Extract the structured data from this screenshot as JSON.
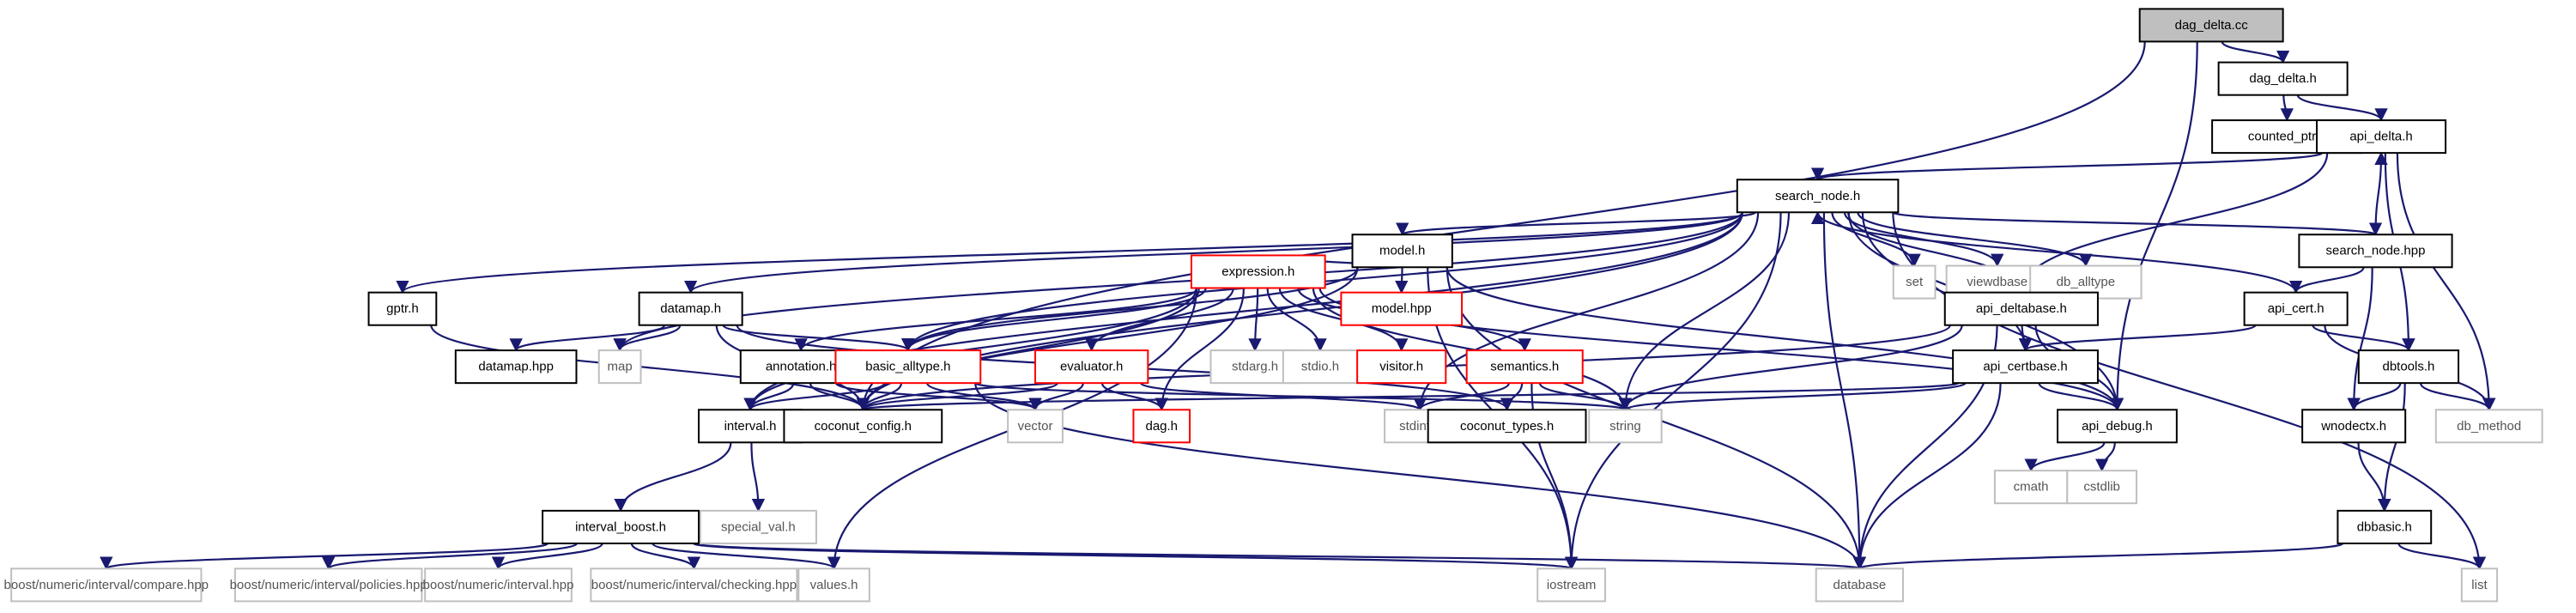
{
  "title": "dag_delta.cc",
  "legend_colors": {
    "edge": "#191970",
    "node_border": "#000000",
    "current_fill": "#bfbfbf",
    "system_border": "#bfbfbf",
    "system_text": "#555555",
    "truncated_border": "#ff0000"
  },
  "nodes": [
    {
      "id": "dag_delta_cc",
      "label": "dag_delta.cc",
      "style": "current"
    },
    {
      "id": "dag_delta_h",
      "label": "dag_delta.h",
      "style": "normal"
    },
    {
      "id": "counted_ptr_h",
      "label": "counted_ptr.h",
      "style": "normal"
    },
    {
      "id": "api_delta_h",
      "label": "api_delta.h",
      "style": "normal"
    },
    {
      "id": "search_node_h",
      "label": "search_node.h",
      "style": "normal"
    },
    {
      "id": "set",
      "label": "set",
      "style": "system"
    },
    {
      "id": "viewdbase",
      "label": "viewdbase",
      "style": "system"
    },
    {
      "id": "db_alltype",
      "label": "db_alltype",
      "style": "system"
    },
    {
      "id": "search_node_hpp",
      "label": "search_node.hpp",
      "style": "normal"
    },
    {
      "id": "model_h",
      "label": "model.h",
      "style": "normal"
    },
    {
      "id": "model_hpp",
      "label": "model.hpp",
      "style": "truncated"
    },
    {
      "id": "gptr_h",
      "label": "gptr.h",
      "style": "normal"
    },
    {
      "id": "datamap_h",
      "label": "datamap.h",
      "style": "normal"
    },
    {
      "id": "expression_h",
      "label": "expression.h",
      "style": "truncated"
    },
    {
      "id": "api_deltabase_h",
      "label": "api_deltabase.h",
      "style": "normal"
    },
    {
      "id": "api_cert_h",
      "label": "api_cert.h",
      "style": "normal"
    },
    {
      "id": "datamap_hpp",
      "label": "datamap.hpp",
      "style": "normal"
    },
    {
      "id": "map",
      "label": "map",
      "style": "system"
    },
    {
      "id": "annotation_h",
      "label": "annotation.h",
      "style": "normal"
    },
    {
      "id": "basic_alltype_h",
      "label": "basic_alltype.h",
      "style": "truncated"
    },
    {
      "id": "evaluator_h",
      "label": "evaluator.h",
      "style": "truncated"
    },
    {
      "id": "stdarg_h",
      "label": "stdarg.h",
      "style": "system"
    },
    {
      "id": "stdio_h",
      "label": "stdio.h",
      "style": "system"
    },
    {
      "id": "visitor_h",
      "label": "visitor.h",
      "style": "truncated"
    },
    {
      "id": "semantics_h",
      "label": "semantics.h",
      "style": "truncated"
    },
    {
      "id": "api_certbase_h",
      "label": "api_certbase.h",
      "style": "normal"
    },
    {
      "id": "dbtools_h",
      "label": "dbtools.h",
      "style": "normal"
    },
    {
      "id": "interval_h",
      "label": "interval.h",
      "style": "normal"
    },
    {
      "id": "coconut_config_h",
      "label": "coconut_config.h",
      "style": "normal"
    },
    {
      "id": "vector",
      "label": "vector",
      "style": "system"
    },
    {
      "id": "dag_h",
      "label": "dag.h",
      "style": "truncated"
    },
    {
      "id": "stdint_h",
      "label": "stdint.h",
      "style": "system"
    },
    {
      "id": "coconut_types_h",
      "label": "coconut_types.h",
      "style": "normal"
    },
    {
      "id": "string",
      "label": "string",
      "style": "system"
    },
    {
      "id": "api_debug_h",
      "label": "api_debug.h",
      "style": "normal"
    },
    {
      "id": "wnodectx_h",
      "label": "wnodectx.h",
      "style": "normal"
    },
    {
      "id": "db_method",
      "label": "db_method",
      "style": "system"
    },
    {
      "id": "special_val_h",
      "label": "special_val.h",
      "style": "system"
    },
    {
      "id": "cmath",
      "label": "cmath",
      "style": "system"
    },
    {
      "id": "cstdlib",
      "label": "cstdlib",
      "style": "system"
    },
    {
      "id": "dbbasic_h",
      "label": "dbbasic.h",
      "style": "normal"
    },
    {
      "id": "interval_boost_h",
      "label": "interval_boost.h",
      "style": "normal"
    },
    {
      "id": "boost_compare",
      "label": "boost/numeric/interval/compare.hpp",
      "style": "system"
    },
    {
      "id": "boost_policies",
      "label": "boost/numeric/interval/policies.hpp",
      "style": "system"
    },
    {
      "id": "boost_interval",
      "label": "boost/numeric/interval.hpp",
      "style": "system"
    },
    {
      "id": "boost_checking",
      "label": "boost/numeric/interval/checking.hpp",
      "style": "system"
    },
    {
      "id": "values_h",
      "label": "values.h",
      "style": "system"
    },
    {
      "id": "iostream",
      "label": "iostream",
      "style": "system"
    },
    {
      "id": "database",
      "label": "database",
      "style": "system"
    },
    {
      "id": "list",
      "label": "list",
      "style": "system"
    }
  ],
  "edges": [
    [
      "dag_delta_cc",
      "dag_delta_h"
    ],
    [
      "dag_delta_cc",
      "coconut_config_h"
    ],
    [
      "dag_delta_cc",
      "api_debug_h"
    ],
    [
      "dag_delta_h",
      "counted_ptr_h"
    ],
    [
      "dag_delta_h",
      "api_delta_h"
    ],
    [
      "api_delta_h",
      "search_node_h"
    ],
    [
      "api_delta_h",
      "api_deltabase_h"
    ],
    [
      "api_delta_h",
      "dbtools_h"
    ],
    [
      "api_delta_h",
      "db_method"
    ],
    [
      "search_node_h",
      "set"
    ],
    [
      "search_node_h",
      "viewdbase"
    ],
    [
      "search_node_h",
      "db_alltype"
    ],
    [
      "search_node_h",
      "search_node_hpp"
    ],
    [
      "search_node_h",
      "model_h"
    ],
    [
      "search_node_h",
      "gptr_h"
    ],
    [
      "search_node_h",
      "datamap_h"
    ],
    [
      "search_node_h",
      "api_deltabase_h"
    ],
    [
      "search_node_h",
      "api_certbase_h"
    ],
    [
      "search_node_h",
      "api_debug_h"
    ],
    [
      "search_node_h",
      "string"
    ],
    [
      "search_node_h",
      "stdint_h"
    ],
    [
      "search_node_h",
      "iostream"
    ],
    [
      "search_node_h",
      "database"
    ],
    [
      "search_node_h",
      "list"
    ],
    [
      "search_node_h",
      "map"
    ],
    [
      "search_node_h",
      "basic_alltype_h"
    ],
    [
      "search_node_h",
      "interval_h"
    ],
    [
      "search_node_h",
      "coconut_config_h"
    ],
    [
      "search_node_hpp",
      "api_delta_h"
    ],
    [
      "search_node_hpp",
      "api_cert_h"
    ],
    [
      "search_node_hpp",
      "wnodectx_h"
    ],
    [
      "api_cert_h",
      "search_node_h"
    ],
    [
      "api_cert_h",
      "api_certbase_h"
    ],
    [
      "api_cert_h",
      "dbtools_h"
    ],
    [
      "api_cert_h",
      "db_method"
    ],
    [
      "model_h",
      "model_hpp"
    ],
    [
      "model_h",
      "expression_h"
    ],
    [
      "model_h",
      "basic_alltype_h"
    ],
    [
      "model_h",
      "api_debug_h"
    ],
    [
      "model_h",
      "iostream"
    ],
    [
      "model_h",
      "database"
    ],
    [
      "model_h",
      "coconut_config_h"
    ],
    [
      "gptr_h",
      "coconut_config_h"
    ],
    [
      "datamap_h",
      "datamap_hpp"
    ],
    [
      "datamap_h",
      "map"
    ],
    [
      "datamap_h",
      "basic_alltype_h"
    ],
    [
      "datamap_h",
      "coconut_config_h"
    ],
    [
      "datamap_h",
      "coconut_types_h"
    ],
    [
      "expression_h",
      "annotation_h"
    ],
    [
      "expression_h",
      "basic_alltype_h"
    ],
    [
      "expression_h",
      "evaluator_h"
    ],
    [
      "expression_h",
      "stdarg_h"
    ],
    [
      "expression_h",
      "stdio_h"
    ],
    [
      "expression_h",
      "visitor_h"
    ],
    [
      "expression_h",
      "semantics_h"
    ],
    [
      "expression_h",
      "dag_h"
    ],
    [
      "expression_h",
      "string"
    ],
    [
      "expression_h",
      "api_debug_h"
    ],
    [
      "expression_h",
      "values_h"
    ],
    [
      "expression_h",
      "interval_h"
    ],
    [
      "expression_h",
      "coconut_config_h"
    ],
    [
      "api_deltabase_h",
      "api_certbase_h"
    ],
    [
      "api_deltabase_h",
      "api_debug_h"
    ],
    [
      "api_deltabase_h",
      "string"
    ],
    [
      "api_deltabase_h",
      "database"
    ],
    [
      "api_deltabase_h",
      "coconut_config_h"
    ],
    [
      "annotation_h",
      "interval_h"
    ],
    [
      "annotation_h",
      "coconut_config_h"
    ],
    [
      "annotation_h",
      "vector"
    ],
    [
      "basic_alltype_h",
      "interval_h"
    ],
    [
      "basic_alltype_h",
      "coconut_config_h"
    ],
    [
      "basic_alltype_h",
      "vector"
    ],
    [
      "basic_alltype_h",
      "string"
    ],
    [
      "basic_alltype_h",
      "database"
    ],
    [
      "evaluator_h",
      "dag_h"
    ],
    [
      "evaluator_h",
      "vector"
    ],
    [
      "evaluator_h",
      "stdint_h"
    ],
    [
      "evaluator_h",
      "coconut_config_h"
    ],
    [
      "semantics_h",
      "stdint_h"
    ],
    [
      "semantics_h",
      "coconut_types_h"
    ],
    [
      "semantics_h",
      "string"
    ],
    [
      "semantics_h",
      "iostream"
    ],
    [
      "api_certbase_h",
      "api_debug_h"
    ],
    [
      "api_certbase_h",
      "string"
    ],
    [
      "api_certbase_h",
      "database"
    ],
    [
      "api_certbase_h",
      "coconut_config_h"
    ],
    [
      "dbtools_h",
      "wnodectx_h"
    ],
    [
      "dbtools_h",
      "db_method"
    ],
    [
      "dbtools_h",
      "dbbasic_h"
    ],
    [
      "wnodectx_h",
      "dbbasic_h"
    ],
    [
      "dbbasic_h",
      "database"
    ],
    [
      "dbbasic_h",
      "list"
    ],
    [
      "api_debug_h",
      "cmath"
    ],
    [
      "api_debug_h",
      "cstdlib"
    ],
    [
      "interval_h",
      "special_val_h"
    ],
    [
      "interval_h",
      "interval_boost_h"
    ],
    [
      "interval_boost_h",
      "boost_compare"
    ],
    [
      "interval_boost_h",
      "boost_policies"
    ],
    [
      "interval_boost_h",
      "boost_interval"
    ],
    [
      "interval_boost_h",
      "boost_checking"
    ],
    [
      "interval_boost_h",
      "values_h"
    ],
    [
      "interval_boost_h",
      "iostream"
    ],
    [
      "interval_boost_h",
      "database"
    ]
  ]
}
